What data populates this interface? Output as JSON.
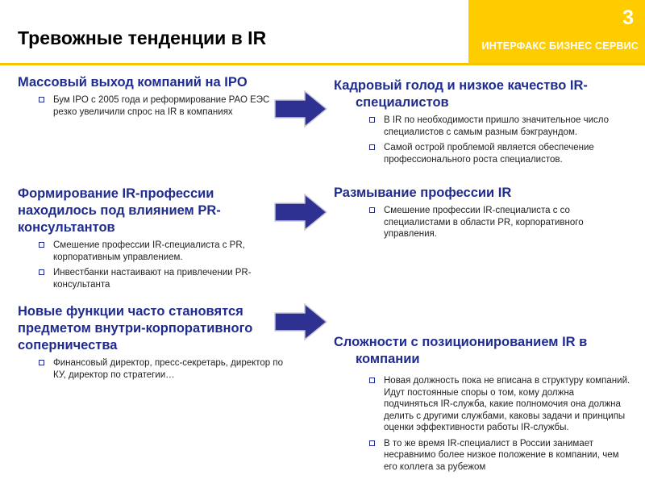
{
  "header": {
    "title": "Тревожные тенденции в IR",
    "slide_number": "3",
    "brand": "ИНТЕРФАКС БИЗНЕС СЕРВИС",
    "accent_color": "#ffcc00"
  },
  "left": [
    {
      "heading": "Массовый выход компаний на IPO",
      "bullets": [
        "Бум IPO с 2005 года и реформирование РАО ЕЭС резко увеличили спрос на IR в компаниях"
      ]
    },
    {
      "heading": "Формирование IR-профессии находилось под влиянием PR-консультантов",
      "bullets": [
        "Смешение профессии IR-специалиста с PR, корпоративным управлением.",
        "Инвестбанки настаивают на привлечении PR-консультанта"
      ]
    },
    {
      "heading": "Новые функции часто становятся предметом внутри-корпоративного соперничества",
      "bullets": [
        "Финансовый директор, пресс-секретарь, директор по КУ, директор по стратегии…"
      ]
    }
  ],
  "right": [
    {
      "heading": "Кадровый голод и низкое качество IR-специалистов",
      "bullets": [
        "В IR по необходимости пришло значительное число специалистов с самым разным бэкграундом.",
        "Самой острой проблемой является обеспечение профессионального роста специалистов."
      ]
    },
    {
      "heading": "Размывание профессии IR",
      "bullets": [
        "Смешение профессии IR-специалиста с со специалистами в области PR, корпоративного управления."
      ]
    },
    {
      "heading": "Сложности с позиционированием IR в компании",
      "bullets": [
        "Новая должность пока не вписана в структуру компаний. Идут постоянные споры о том, кому должна подчиняться IR-служба, какие полномочия она должна делить с другими службами, каковы задачи и принципы оценки эффективности работы IR-службы.",
        "В то же время IR-специалист в России занимает несравнимо более низкое положение в компании, чем его коллега за рубежом"
      ]
    }
  ],
  "colors": {
    "heading": "#1f2b8f",
    "arrow_fill": "#2e3192",
    "arrow_stroke": "#c8c8d8"
  },
  "icons": {
    "bullet": "hollow-square-bullet-icon",
    "arrow": "right-arrow-icon"
  }
}
